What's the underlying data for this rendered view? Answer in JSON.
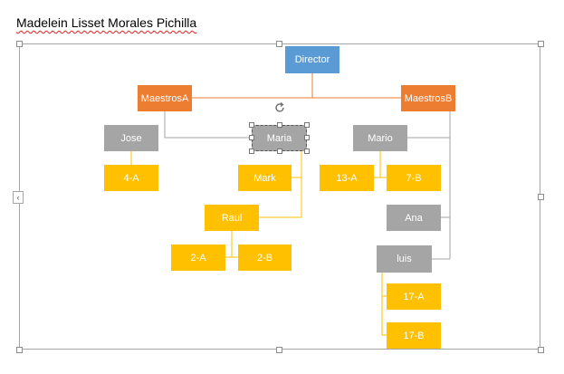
{
  "document": {
    "author_name": "Madelein Lisset Morales Pichilla"
  },
  "colors": {
    "blue": "#5b9bd5",
    "orange": "#ed7d31",
    "gray": "#a5a5a5",
    "yellow": "#ffc000"
  },
  "org_chart": {
    "director": "Director",
    "maestros_a": "MaestrosA",
    "maestros_b": "MaestrosB",
    "jose": "Jose",
    "maria": "Maria",
    "mario": "Mario",
    "group_4a": "4-A",
    "mark": "Mark",
    "group_13a": "13-A",
    "group_7b": "7-B",
    "raul": "Raul",
    "ana": "Ana",
    "group_2a": "2-A",
    "group_2b": "2-B",
    "luis": "luis",
    "group_17a": "17-A",
    "group_17b": "17-B"
  },
  "icons": {
    "rotate": "rotate-icon",
    "expand": "chevron-left-icon"
  }
}
